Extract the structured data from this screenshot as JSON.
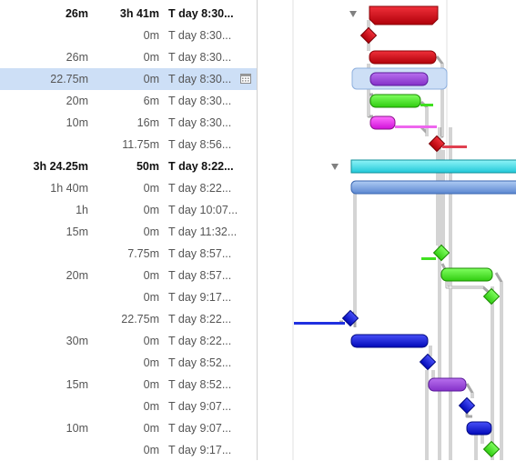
{
  "rows": [
    {
      "duration": "26m",
      "effort": "3h 41m",
      "start": "T day 8:30...",
      "bold": true
    },
    {
      "duration": "",
      "effort": "0m",
      "start": "T day 8:30...",
      "bold": false
    },
    {
      "duration": "26m",
      "effort": "0m",
      "start": "T day 8:30...",
      "bold": false
    },
    {
      "duration": "22.75m",
      "effort": "0m",
      "start": "T day 8:30...",
      "bold": false,
      "selected": true
    },
    {
      "duration": "20m",
      "effort": "6m",
      "start": "T day 8:30...",
      "bold": false
    },
    {
      "duration": "10m",
      "effort": "16m",
      "start": "T day 8:30...",
      "bold": false
    },
    {
      "duration": "",
      "effort": "11.75m",
      "start": "T day 8:56...",
      "bold": false
    },
    {
      "duration": "3h 24.25m",
      "effort": "50m",
      "start": "T day 8:22...",
      "bold": true
    },
    {
      "duration": "1h 40m",
      "effort": "0m",
      "start": "T day 8:22...",
      "bold": false
    },
    {
      "duration": "1h",
      "effort": "0m",
      "start": "T day 10:07...",
      "bold": false
    },
    {
      "duration": "15m",
      "effort": "0m",
      "start": "T day 11:32...",
      "bold": false
    },
    {
      "duration": "",
      "effort": "7.75m",
      "start": "T day 8:57...",
      "bold": false
    },
    {
      "duration": "20m",
      "effort": "0m",
      "start": "T day 8:57...",
      "bold": false
    },
    {
      "duration": "",
      "effort": "0m",
      "start": "T day 9:17...",
      "bold": false
    },
    {
      "duration": "",
      "effort": "22.75m",
      "start": "T day 8:22...",
      "bold": false
    },
    {
      "duration": "30m",
      "effort": "0m",
      "start": "T day 8:22...",
      "bold": false
    },
    {
      "duration": "",
      "effort": "0m",
      "start": "T day 8:52...",
      "bold": false
    },
    {
      "duration": "15m",
      "effort": "0m",
      "start": "T day 8:52...",
      "bold": false
    },
    {
      "duration": "",
      "effort": "0m",
      "start": "T day 9:07...",
      "bold": false
    },
    {
      "duration": "10m",
      "effort": "0m",
      "start": "T day 9:07...",
      "bold": false
    },
    {
      "duration": "",
      "effort": "0m",
      "start": "T day 9:17...",
      "bold": false
    }
  ],
  "icons": {
    "calendar": "calendar-icon",
    "disclosure": "disclosure-triangle-icon"
  },
  "colors": {
    "selection": "#cddff6",
    "dark_red": "#c8000a",
    "purple": "#9b45d6",
    "green": "#40e020",
    "magenta": "#ee22ee",
    "cyan": "#3fe0ea",
    "light_blue": "#7aa4e2",
    "blue": "#1018d8",
    "connector": "#a8a8a8"
  }
}
